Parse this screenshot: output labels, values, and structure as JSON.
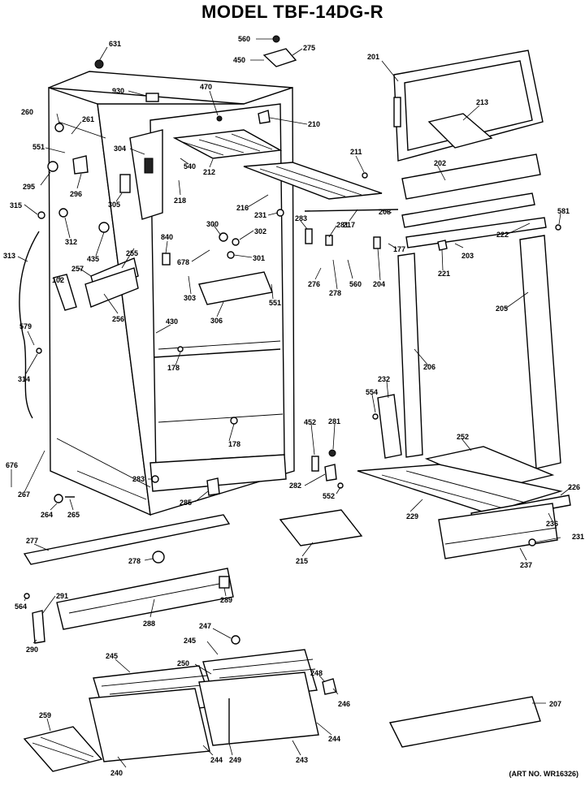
{
  "title": "MODEL TBF-14DG-R",
  "art_number": "(ART NO. WR16326)",
  "parts": [
    {
      "id": "p631",
      "label": "631"
    },
    {
      "id": "p560a",
      "label": "560"
    },
    {
      "id": "p275",
      "label": "275"
    },
    {
      "id": "p450",
      "label": "450"
    },
    {
      "id": "p201",
      "label": "201"
    },
    {
      "id": "p930",
      "label": "930"
    },
    {
      "id": "p470",
      "label": "470"
    },
    {
      "id": "p213",
      "label": "213"
    },
    {
      "id": "p260",
      "label": "260"
    },
    {
      "id": "p261",
      "label": "261"
    },
    {
      "id": "p210",
      "label": "210"
    },
    {
      "id": "p551a",
      "label": "551"
    },
    {
      "id": "p304",
      "label": "304"
    },
    {
      "id": "p211",
      "label": "211"
    },
    {
      "id": "p540",
      "label": "540"
    },
    {
      "id": "p202",
      "label": "202"
    },
    {
      "id": "p295",
      "label": "295"
    },
    {
      "id": "p296",
      "label": "296"
    },
    {
      "id": "p212",
      "label": "212"
    },
    {
      "id": "p218",
      "label": "218"
    },
    {
      "id": "p305",
      "label": "305"
    },
    {
      "id": "p216",
      "label": "216"
    },
    {
      "id": "p208",
      "label": "208"
    },
    {
      "id": "p315",
      "label": "315"
    },
    {
      "id": "p231a",
      "label": "231"
    },
    {
      "id": "p581",
      "label": "581"
    },
    {
      "id": "p283a",
      "label": "283"
    },
    {
      "id": "p217",
      "label": "217"
    },
    {
      "id": "p300",
      "label": "300"
    },
    {
      "id": "p281a",
      "label": "281"
    },
    {
      "id": "p312",
      "label": "312"
    },
    {
      "id": "p302",
      "label": "302"
    },
    {
      "id": "p222",
      "label": "222"
    },
    {
      "id": "p840",
      "label": "840"
    },
    {
      "id": "p313",
      "label": "313"
    },
    {
      "id": "p435",
      "label": "435"
    },
    {
      "id": "p177",
      "label": "177"
    },
    {
      "id": "p203",
      "label": "203"
    },
    {
      "id": "p255",
      "label": "255"
    },
    {
      "id": "p678",
      "label": "678"
    },
    {
      "id": "p301",
      "label": "301"
    },
    {
      "id": "p257",
      "label": "257"
    },
    {
      "id": "p221",
      "label": "221"
    },
    {
      "id": "p102",
      "label": "102"
    },
    {
      "id": "p276",
      "label": "276"
    },
    {
      "id": "p560b",
      "label": "560"
    },
    {
      "id": "p204",
      "label": "204"
    },
    {
      "id": "p303",
      "label": "303"
    },
    {
      "id": "p278a",
      "label": "278"
    },
    {
      "id": "p551b",
      "label": "551"
    },
    {
      "id": "p256",
      "label": "256"
    },
    {
      "id": "p306",
      "label": "306"
    },
    {
      "id": "p205",
      "label": "205"
    },
    {
      "id": "p579",
      "label": "579"
    },
    {
      "id": "p430",
      "label": "430"
    },
    {
      "id": "p178a",
      "label": "178"
    },
    {
      "id": "p314",
      "label": "314"
    },
    {
      "id": "p206",
      "label": "206"
    },
    {
      "id": "p232",
      "label": "232"
    },
    {
      "id": "p554",
      "label": "554"
    },
    {
      "id": "p452",
      "label": "452"
    },
    {
      "id": "p281b",
      "label": "281"
    },
    {
      "id": "p178b",
      "label": "178"
    },
    {
      "id": "p252",
      "label": "252"
    },
    {
      "id": "p676",
      "label": "676"
    },
    {
      "id": "p283b",
      "label": "283"
    },
    {
      "id": "p282",
      "label": "282"
    },
    {
      "id": "p226",
      "label": "226"
    },
    {
      "id": "p552",
      "label": "552"
    },
    {
      "id": "p285",
      "label": "285"
    },
    {
      "id": "p267",
      "label": "267"
    },
    {
      "id": "p264",
      "label": "264"
    },
    {
      "id": "p265",
      "label": "265"
    },
    {
      "id": "p229",
      "label": "229"
    },
    {
      "id": "p236",
      "label": "236"
    },
    {
      "id": "p231b",
      "label": "231"
    },
    {
      "id": "p215",
      "label": "215"
    },
    {
      "id": "p277",
      "label": "277"
    },
    {
      "id": "p237",
      "label": "237"
    },
    {
      "id": "p278b",
      "label": "278"
    },
    {
      "id": "p291",
      "label": "291"
    },
    {
      "id": "p289",
      "label": "289"
    },
    {
      "id": "p564",
      "label": "564"
    },
    {
      "id": "p288",
      "label": "288"
    },
    {
      "id": "p290",
      "label": "290"
    },
    {
      "id": "p247",
      "label": "247"
    },
    {
      "id": "p245a",
      "label": "245"
    },
    {
      "id": "p245b",
      "label": "245"
    },
    {
      "id": "p248",
      "label": "248"
    },
    {
      "id": "p250",
      "label": "250"
    },
    {
      "id": "p246",
      "label": "246"
    },
    {
      "id": "p207",
      "label": "207"
    },
    {
      "id": "p259",
      "label": "259"
    },
    {
      "id": "p244a",
      "label": "244"
    },
    {
      "id": "p244b",
      "label": "244"
    },
    {
      "id": "p240",
      "label": "240"
    },
    {
      "id": "p249",
      "label": "249"
    },
    {
      "id": "p243",
      "label": "243"
    }
  ]
}
